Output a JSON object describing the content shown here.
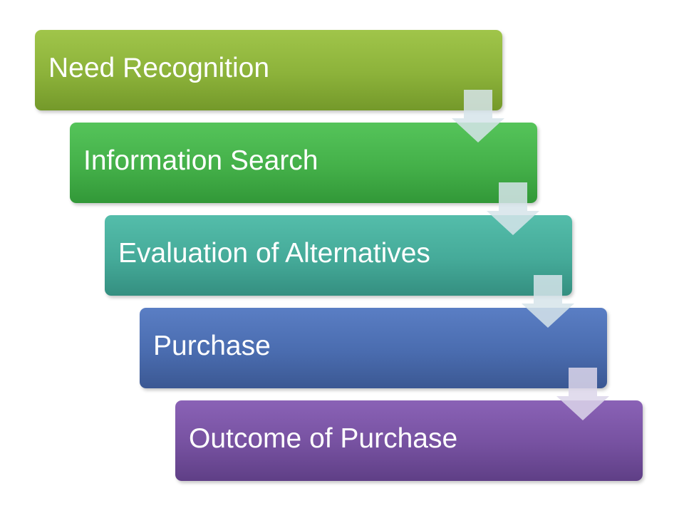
{
  "diagram": {
    "type": "step-down-process",
    "steps": [
      {
        "label": "Need Recognition",
        "color": "#8cb23a"
      },
      {
        "label": "Information Search",
        "color": "#44b049"
      },
      {
        "label": "Evaluation of Alternatives",
        "color": "#45aa99"
      },
      {
        "label": "Purchase",
        "color": "#4a6caf"
      },
      {
        "label": "Outcome of Purchase",
        "color": "#7651a0"
      }
    ],
    "connector_icon": "down-arrow-icon",
    "connector_color": "#d6e4ea"
  }
}
